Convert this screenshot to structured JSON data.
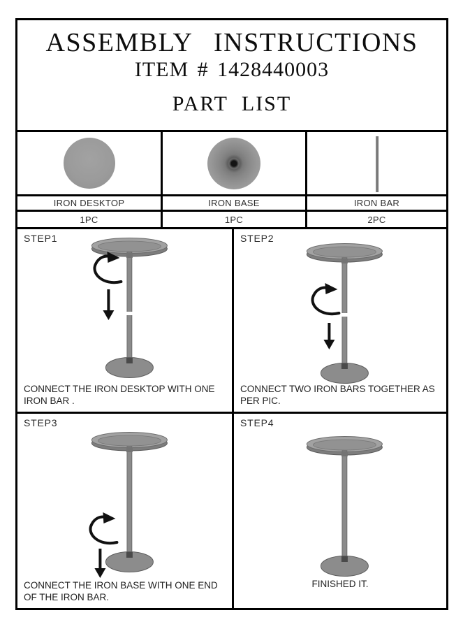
{
  "header": {
    "title": "ASSEMBLY INSTRUCTIONS",
    "item_line": "ITEM # 1428440003",
    "part_list_title": "PART LIST"
  },
  "parts": [
    {
      "name": "IRON DESKTOP",
      "qty": "1PC",
      "icon": "iron-desktop-disc-icon"
    },
    {
      "name": "IRON BASE",
      "qty": "1PC",
      "icon": "iron-base-dome-icon"
    },
    {
      "name": "IRON BAR",
      "qty": "2PC",
      "icon": "iron-bar-rod-icon"
    }
  ],
  "steps": [
    {
      "label": "STEP1",
      "caption": "CONNECT THE IRON DESKTOP WITH ONE IRON BAR ."
    },
    {
      "label": "STEP2",
      "caption": "CONNECT TWO IRON BARS TOGETHER AS PER PIC."
    },
    {
      "label": "STEP3",
      "caption": "CONNECT THE IRON BASE WITH ONE END OF THE IRON BAR."
    },
    {
      "label": "STEP4",
      "caption": "FINISHED IT."
    }
  ],
  "colors": {
    "border": "#000000",
    "metal_grey": "#999999",
    "metal_dark": "#5e5e5e",
    "arrow_black": "#111111"
  }
}
